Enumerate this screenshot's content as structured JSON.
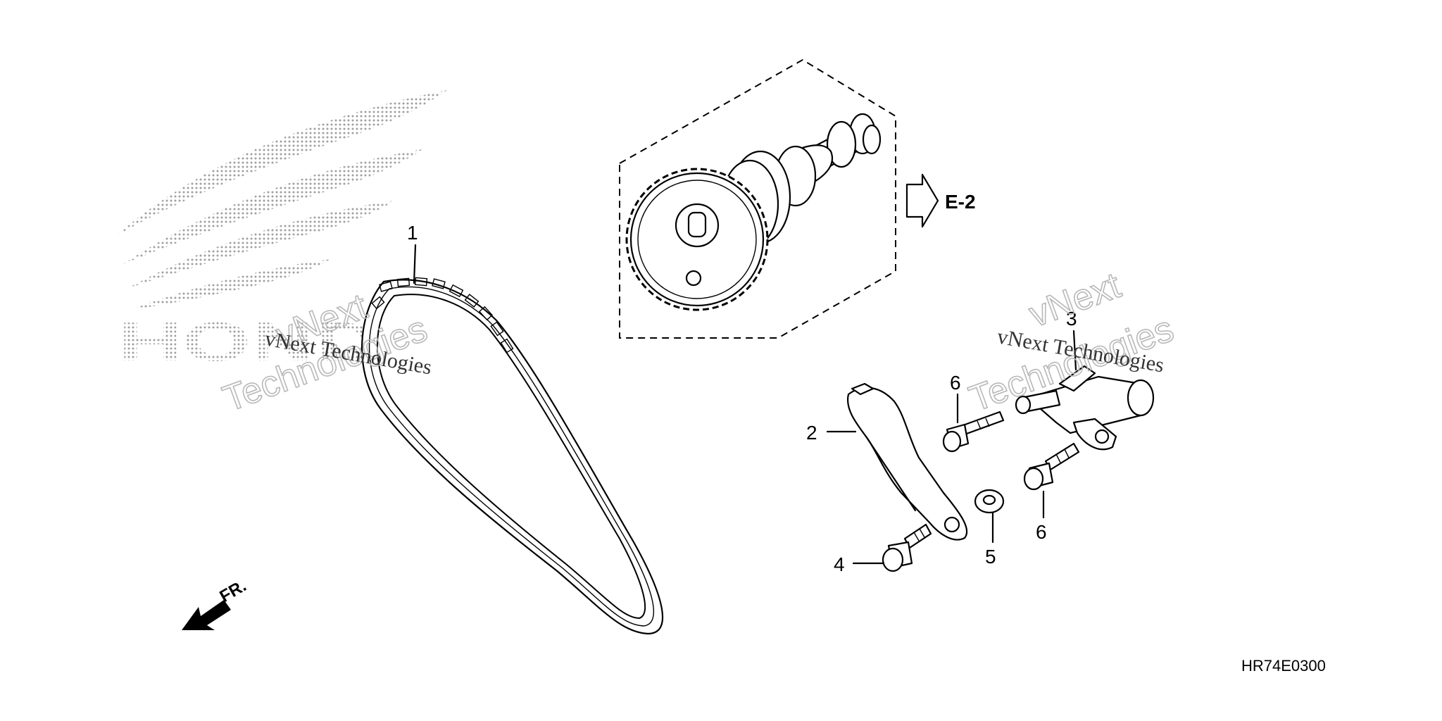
{
  "logo": {
    "text": "HONDA"
  },
  "callouts": [
    {
      "id": "1",
      "label": "1"
    },
    {
      "id": "2",
      "label": "2"
    },
    {
      "id": "3",
      "label": "3"
    },
    {
      "id": "4",
      "label": "4"
    },
    {
      "id": "5",
      "label": "5"
    },
    {
      "id": "6a",
      "label": "6"
    },
    {
      "id": "6b",
      "label": "6"
    }
  ],
  "reference": {
    "label": "E-2"
  },
  "direction": {
    "label": "FR."
  },
  "diagram_code": "HR74E0300",
  "watermarks": [
    {
      "outline_line1": "vNext",
      "outline_line2": "Technologies",
      "serif": "vNext Technologies"
    },
    {
      "outline_line1": "vNext",
      "outline_line2": "Technologies",
      "serif": "vNext Technologies"
    }
  ],
  "colors": {
    "ink": "#000000",
    "watermark": "#b8b8b8",
    "logo_dots": "#a0a0a0"
  }
}
